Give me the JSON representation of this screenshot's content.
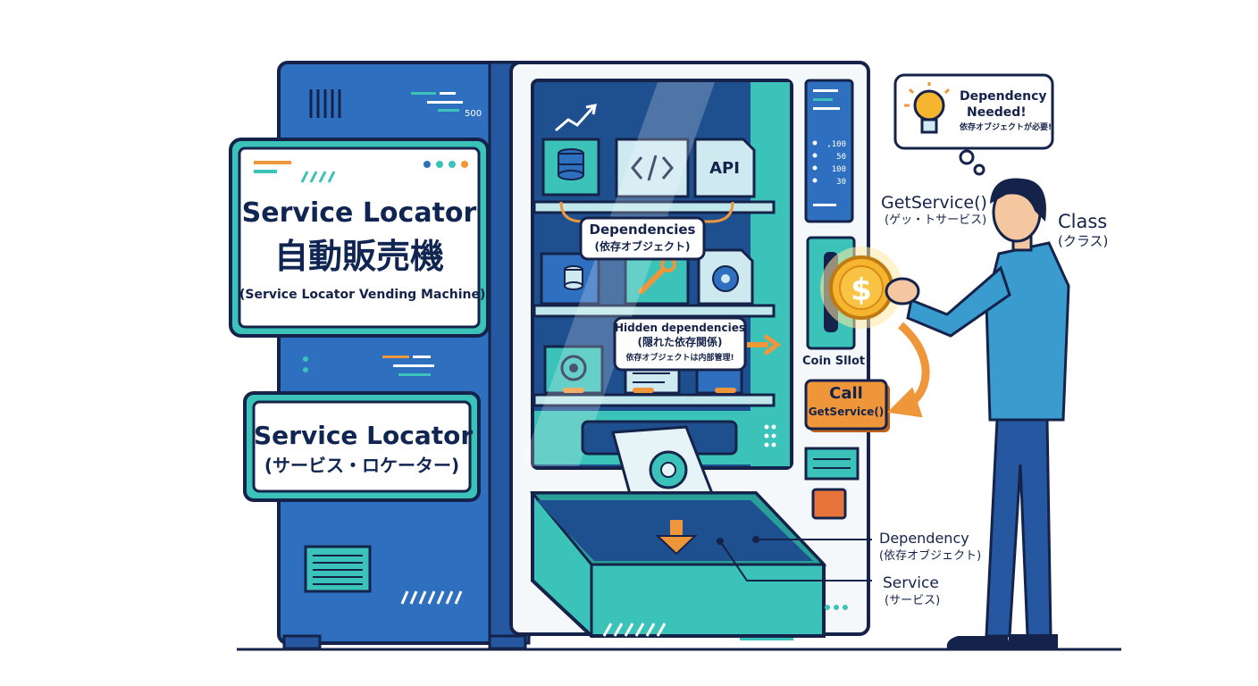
{
  "left_panel": {
    "title": "Service Locator",
    "subtitle_jp": "自動販売機",
    "caption": "(Service Locator Vending Machine)"
  },
  "locator_card": {
    "title": "Service Locator",
    "subtitle_jp": "(サービス・ロケーター)"
  },
  "top_vent_number": "500",
  "display_numbers": [
    ",100",
    "50",
    "100",
    "30"
  ],
  "shelf_items": {
    "api_label": "API"
  },
  "callouts": {
    "dependencies": {
      "line1": "Dependencies",
      "line2": "(依存オブジェクト)"
    },
    "hidden": {
      "line1": "Hidden dependencies",
      "line2": "(隠れた依存関係)",
      "line3": "依存オブジェクトは内部管理!"
    }
  },
  "coin_slot_label": "Coin Sllot",
  "call_button": {
    "line1": "Call",
    "line2": "GetService()"
  },
  "getservice_label": {
    "line1": "GetService()",
    "line2": "(ゲッ・トサービス)"
  },
  "class_label": {
    "line1": "Class",
    "line2": "(クラス)"
  },
  "thought_bubble": {
    "line1": "Dependency",
    "line2": "Needed!",
    "line3": "依存オブジェクトが必要!"
  },
  "dependency_label": {
    "line1": "Dependency",
    "line2": "(依存オブジェクト)"
  },
  "service_label": {
    "line1": "Service",
    "line2": "(サービス)"
  },
  "colors": {
    "navy": "#15234a",
    "machine_blue": "#2e6fbf",
    "teal": "#3cc3b9",
    "orange": "#f0963a",
    "coin_gold": "#f5b52e"
  }
}
